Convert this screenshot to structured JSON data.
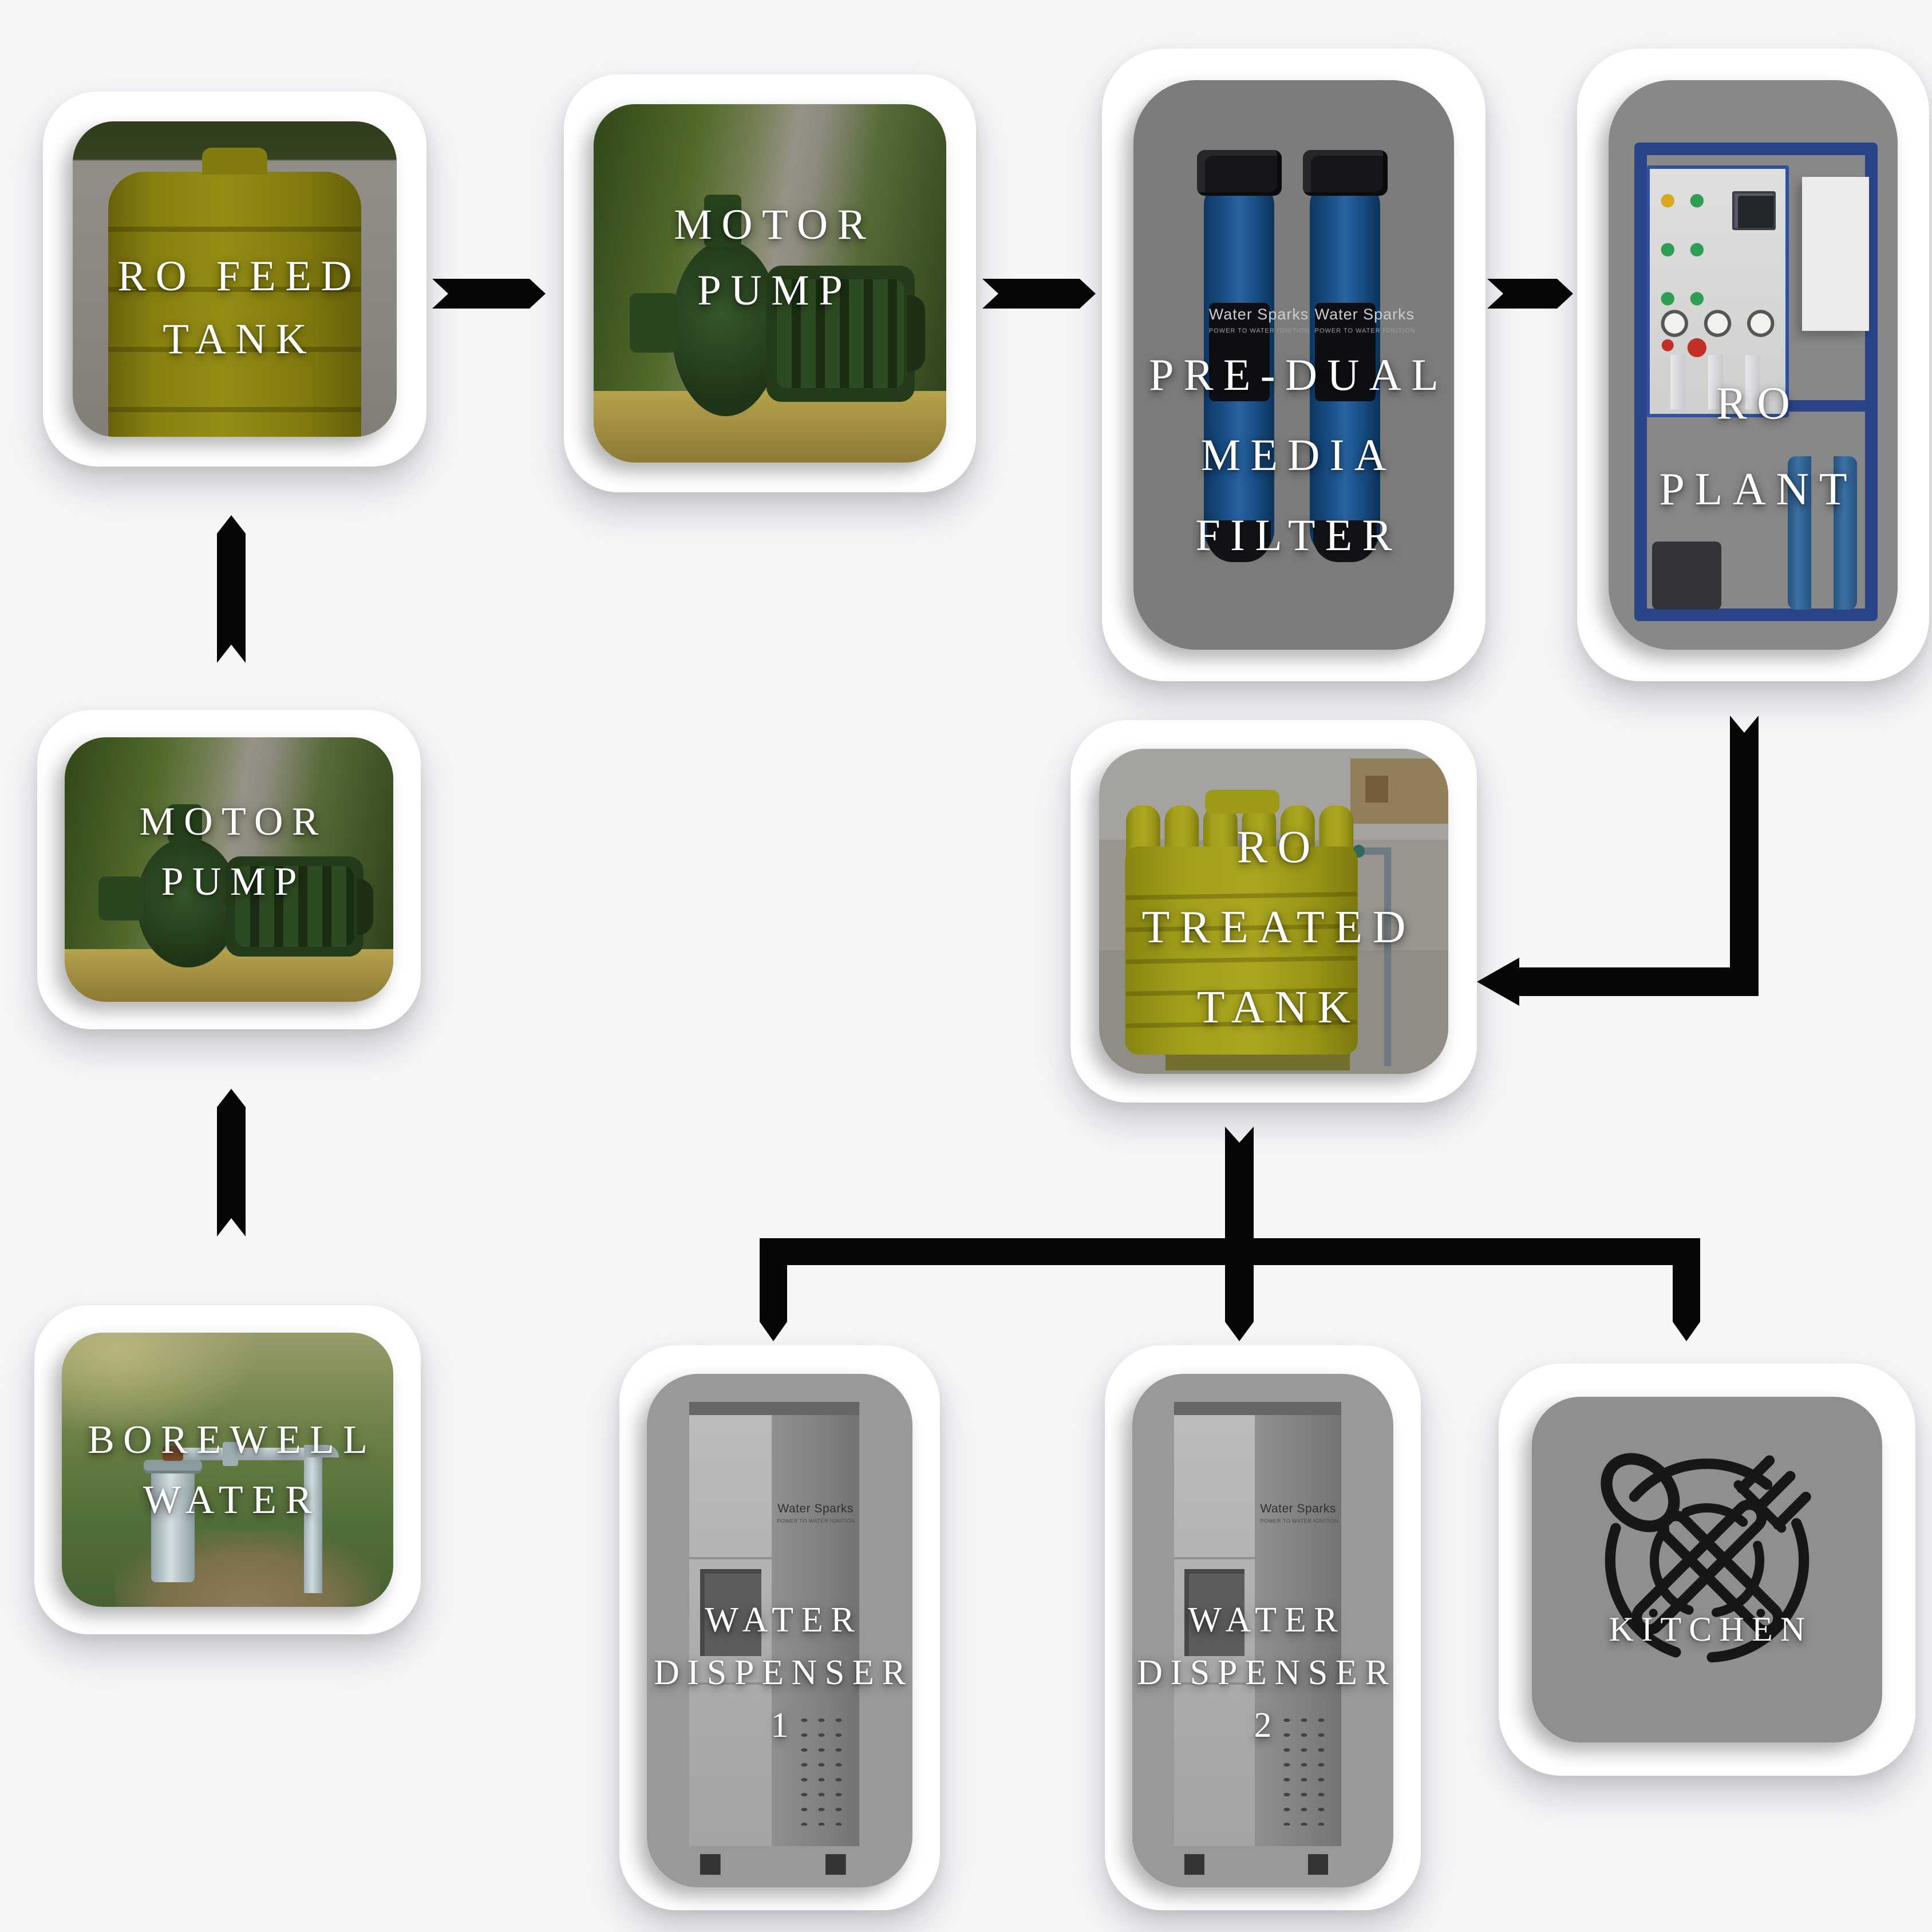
{
  "title": "RO water treatment process flow diagram",
  "page": {
    "background": "#f6f6f8"
  },
  "colors": {
    "card_bg": "#ffffff",
    "arrow": "#060606",
    "label_text": "#ffffff",
    "product_gray_bg": "#909090",
    "feed_tank_yellow": "#b9b013",
    "treated_tank_yellow": "#c6c21e",
    "filter_blue": "#1d5c9d",
    "plant_frame_blue": "#2f4f9e",
    "pump_green": "#243b1b",
    "dispenser_gray": "#c7c7c7",
    "kitchen_icon": "#171717"
  },
  "nodes": {
    "ro_feed_tank": {
      "line1": "RO FEED",
      "line2": "TANK"
    },
    "motor_pump_top": {
      "line1": "MOTOR",
      "line2": "PUMP"
    },
    "pre_dual_media_filter": {
      "line1": "PRE-DUAL",
      "line2": "MEDIA",
      "line3": "FILTER"
    },
    "ro_plant": {
      "line1": "RO",
      "line2": "PLANT"
    },
    "motor_pump_left": {
      "line1": "MOTOR",
      "line2": "PUMP"
    },
    "borewell_water": {
      "line1": "BOREWELL",
      "line2": "WATER"
    },
    "ro_treated_tank": {
      "line1": "RO",
      "line2": "TREATED",
      "line3": "TANK"
    },
    "water_dispenser_1": {
      "line1": "WATER",
      "line2": "DISPENSER",
      "line3": "1"
    },
    "water_dispenser_2": {
      "line1": "WATER",
      "line2": "DISPENSER",
      "line3": "2"
    },
    "kitchen": {
      "line1": "KITCHEN"
    }
  },
  "branding": {
    "name": "Water Sparks",
    "tagline": "POWER TO WATER IGNITION"
  },
  "flow": [
    {
      "from": "borewell_water",
      "to": "motor_pump_left"
    },
    {
      "from": "motor_pump_left",
      "to": "ro_feed_tank"
    },
    {
      "from": "ro_feed_tank",
      "to": "motor_pump_top"
    },
    {
      "from": "motor_pump_top",
      "to": "pre_dual_media_filter"
    },
    {
      "from": "pre_dual_media_filter",
      "to": "ro_plant"
    },
    {
      "from": "ro_plant",
      "to": "ro_treated_tank"
    },
    {
      "from": "ro_treated_tank",
      "to": "water_dispenser_1"
    },
    {
      "from": "ro_treated_tank",
      "to": "water_dispenser_2"
    },
    {
      "from": "ro_treated_tank",
      "to": "kitchen"
    }
  ]
}
